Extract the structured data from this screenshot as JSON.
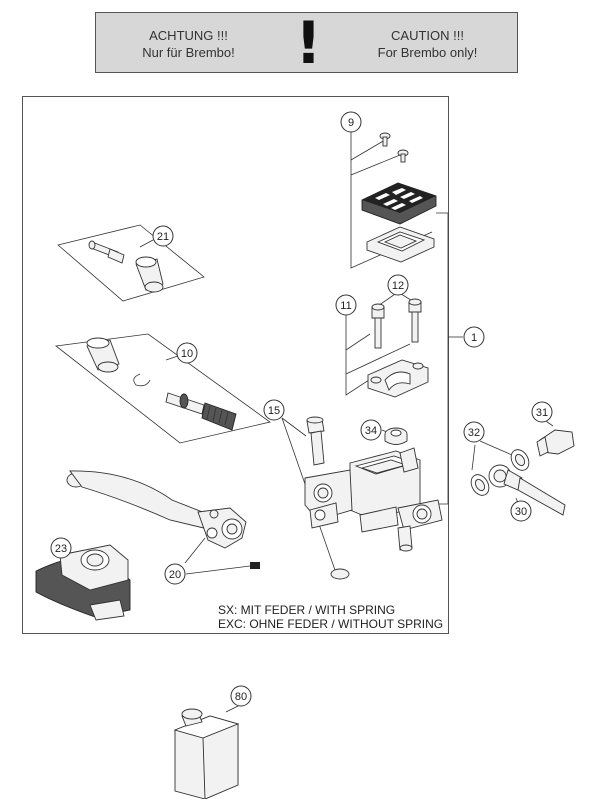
{
  "banner": {
    "de_line1": "ACHTUNG !!!",
    "de_line2": "Nur für Brembo!",
    "symbol": "!",
    "en_line1": "CAUTION !!!",
    "en_line2": "For Brembo only!"
  },
  "callouts": {
    "c9": "9",
    "c21": "21",
    "c12": "12",
    "c11": "11",
    "c1": "1",
    "c10": "10",
    "c15": "15",
    "c34": "34",
    "c31": "31",
    "c32": "32",
    "c30": "30",
    "c23": "23",
    "c20": "20",
    "c80": "80"
  },
  "notes": {
    "line1": "SX: MIT FEDER / WITH SPRING",
    "line2": "EXC: OHNE FEDER / WITHOUT SPRING"
  }
}
